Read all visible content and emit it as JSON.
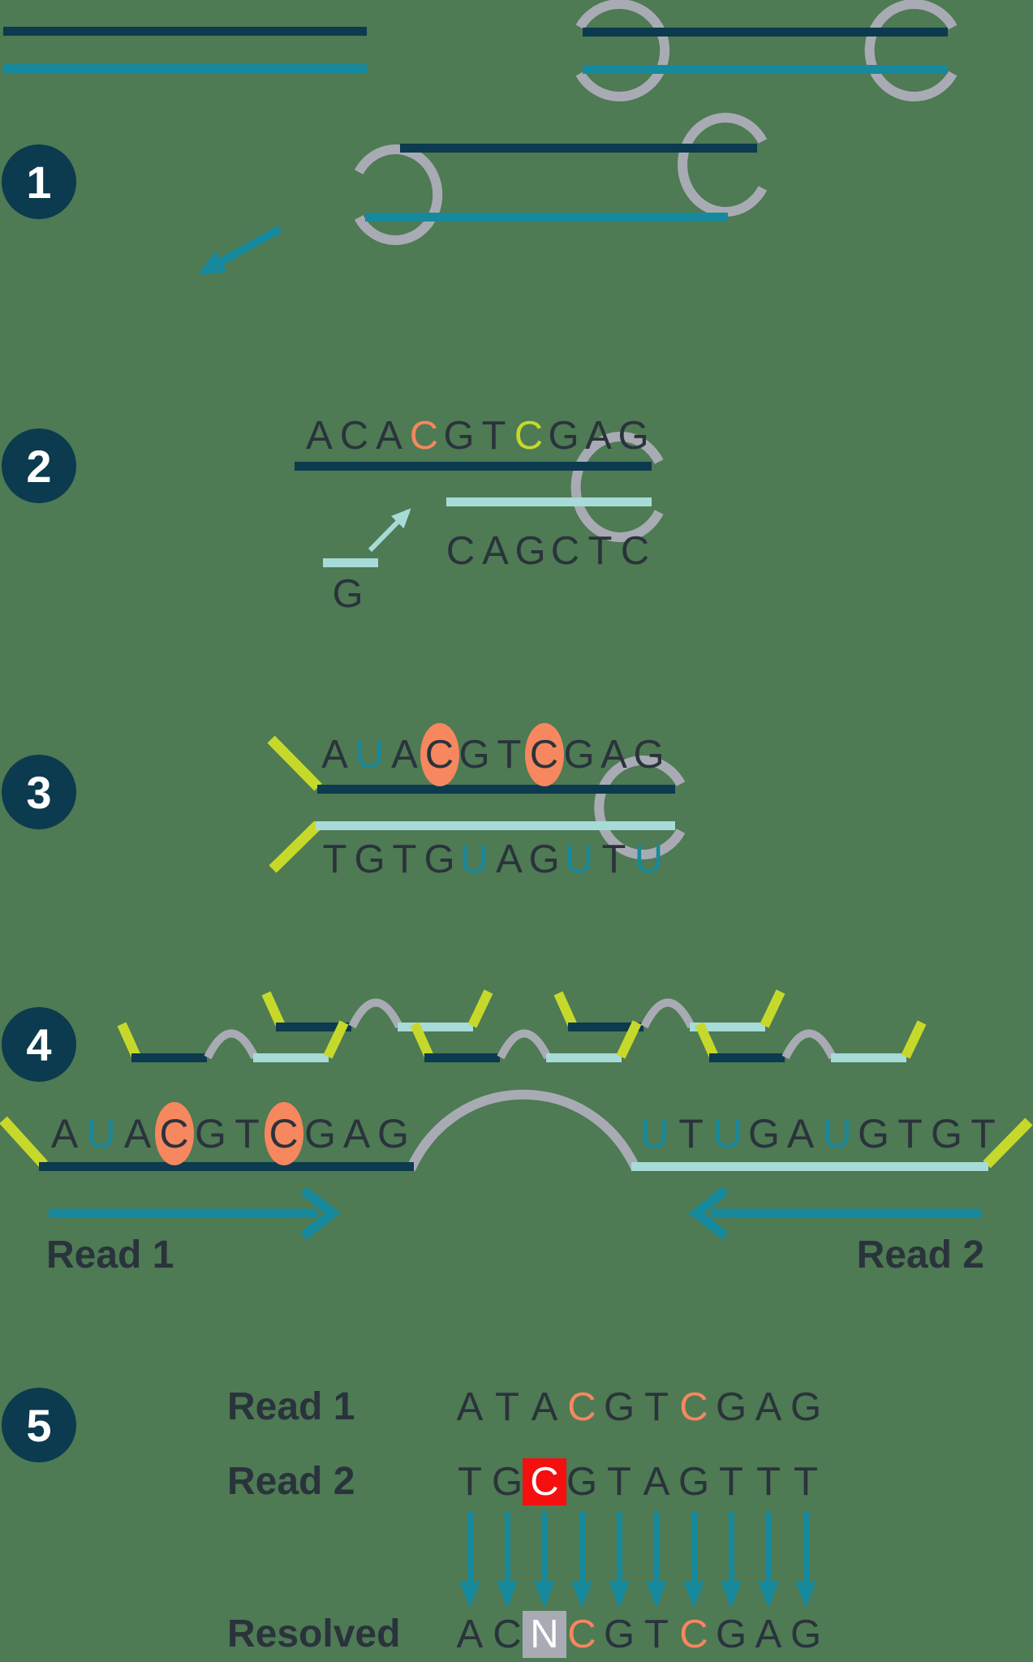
{
  "figure": {
    "description": "Hairpin duplex sequencing workflow diagram with five numbered steps"
  },
  "colors": {
    "background": "#4e7a54",
    "navy_strand": "#0c3a4f",
    "teal_strand": "#17899d",
    "pale_strand": "#a6dbd8",
    "hairpin_gray": "#a9abb4",
    "adapter_lime": "#c6d92b",
    "highlight_orange": "#f6875e",
    "error_red": "#f50f0f",
    "letter_dark": "#2a333c"
  },
  "badges": [
    "1",
    "2",
    "3",
    "4",
    "5"
  ],
  "step2": {
    "top_sequence": [
      {
        "ch": "A",
        "s": "d"
      },
      {
        "ch": "C",
        "s": "d"
      },
      {
        "ch": "A",
        "s": "d"
      },
      {
        "ch": "C",
        "s": "o"
      },
      {
        "ch": "G",
        "s": "d"
      },
      {
        "ch": "T",
        "s": "d"
      },
      {
        "ch": "C",
        "s": "l"
      },
      {
        "ch": "G",
        "s": "d"
      },
      {
        "ch": "A",
        "s": "d"
      },
      {
        "ch": "G",
        "s": "d"
      }
    ],
    "bottom_sequence": [
      {
        "ch": "C",
        "s": "d"
      },
      {
        "ch": "A",
        "s": "d"
      },
      {
        "ch": "G",
        "s": "d"
      },
      {
        "ch": "C",
        "s": "d"
      },
      {
        "ch": "T",
        "s": "d"
      },
      {
        "ch": "C",
        "s": "d"
      }
    ],
    "incoming_base": "G"
  },
  "step3": {
    "top_sequence": [
      {
        "ch": "A",
        "s": "d"
      },
      {
        "ch": "U",
        "s": "t"
      },
      {
        "ch": "A",
        "s": "d"
      },
      {
        "ch": "C",
        "s": "oc"
      },
      {
        "ch": "G",
        "s": "d"
      },
      {
        "ch": "T",
        "s": "d"
      },
      {
        "ch": "C",
        "s": "oc"
      },
      {
        "ch": "G",
        "s": "d"
      },
      {
        "ch": "A",
        "s": "d"
      },
      {
        "ch": "G",
        "s": "d"
      }
    ],
    "bottom_sequence": [
      {
        "ch": "T",
        "s": "d"
      },
      {
        "ch": "G",
        "s": "d"
      },
      {
        "ch": "T",
        "s": "d"
      },
      {
        "ch": "G",
        "s": "d"
      },
      {
        "ch": "U",
        "s": "t"
      },
      {
        "ch": "A",
        "s": "d"
      },
      {
        "ch": "G",
        "s": "d"
      },
      {
        "ch": "U",
        "s": "t"
      },
      {
        "ch": "T",
        "s": "d"
      },
      {
        "ch": "U",
        "s": "t"
      }
    ]
  },
  "step4": {
    "left_sequence": [
      {
        "ch": "A",
        "s": "d"
      },
      {
        "ch": "U",
        "s": "t"
      },
      {
        "ch": "A",
        "s": "d"
      },
      {
        "ch": "C",
        "s": "oc"
      },
      {
        "ch": "G",
        "s": "d"
      },
      {
        "ch": "T",
        "s": "d"
      },
      {
        "ch": "C",
        "s": "oc"
      },
      {
        "ch": "G",
        "s": "d"
      },
      {
        "ch": "A",
        "s": "d"
      },
      {
        "ch": "G",
        "s": "d"
      }
    ],
    "right_sequence": [
      {
        "ch": "U",
        "s": "t"
      },
      {
        "ch": "T",
        "s": "d"
      },
      {
        "ch": "U",
        "s": "t"
      },
      {
        "ch": "G",
        "s": "d"
      },
      {
        "ch": "A",
        "s": "d"
      },
      {
        "ch": "U",
        "s": "t"
      },
      {
        "ch": "G",
        "s": "d"
      },
      {
        "ch": "T",
        "s": "d"
      },
      {
        "ch": "G",
        "s": "d"
      },
      {
        "ch": "T",
        "s": "d"
      }
    ],
    "read1_label": "Read 1",
    "read2_label": "Read 2"
  },
  "step5": {
    "rows": [
      {
        "label": "Read 1",
        "sequence": [
          {
            "ch": "A",
            "s": "d"
          },
          {
            "ch": "T",
            "s": "d"
          },
          {
            "ch": "A",
            "s": "d"
          },
          {
            "ch": "C",
            "s": "o"
          },
          {
            "ch": "G",
            "s": "d"
          },
          {
            "ch": "T",
            "s": "d"
          },
          {
            "ch": "C",
            "s": "o"
          },
          {
            "ch": "G",
            "s": "d"
          },
          {
            "ch": "A",
            "s": "d"
          },
          {
            "ch": "G",
            "s": "d"
          }
        ]
      },
      {
        "label": "Read 2",
        "sequence": [
          {
            "ch": "T",
            "s": "d"
          },
          {
            "ch": "G",
            "s": "d"
          },
          {
            "ch": "C",
            "s": "rb"
          },
          {
            "ch": "G",
            "s": "d"
          },
          {
            "ch": "T",
            "s": "d"
          },
          {
            "ch": "A",
            "s": "d"
          },
          {
            "ch": "G",
            "s": "d"
          },
          {
            "ch": "T",
            "s": "d"
          },
          {
            "ch": "T",
            "s": "d"
          },
          {
            "ch": "T",
            "s": "d"
          }
        ]
      },
      {
        "label": "Resolved",
        "sequence": [
          {
            "ch": "A",
            "s": "d"
          },
          {
            "ch": "C",
            "s": "d"
          },
          {
            "ch": "N",
            "s": "gb"
          },
          {
            "ch": "C",
            "s": "o"
          },
          {
            "ch": "G",
            "s": "d"
          },
          {
            "ch": "T",
            "s": "d"
          },
          {
            "ch": "C",
            "s": "o"
          },
          {
            "ch": "G",
            "s": "d"
          },
          {
            "ch": "A",
            "s": "d"
          },
          {
            "ch": "G",
            "s": "d"
          }
        ]
      }
    ]
  }
}
